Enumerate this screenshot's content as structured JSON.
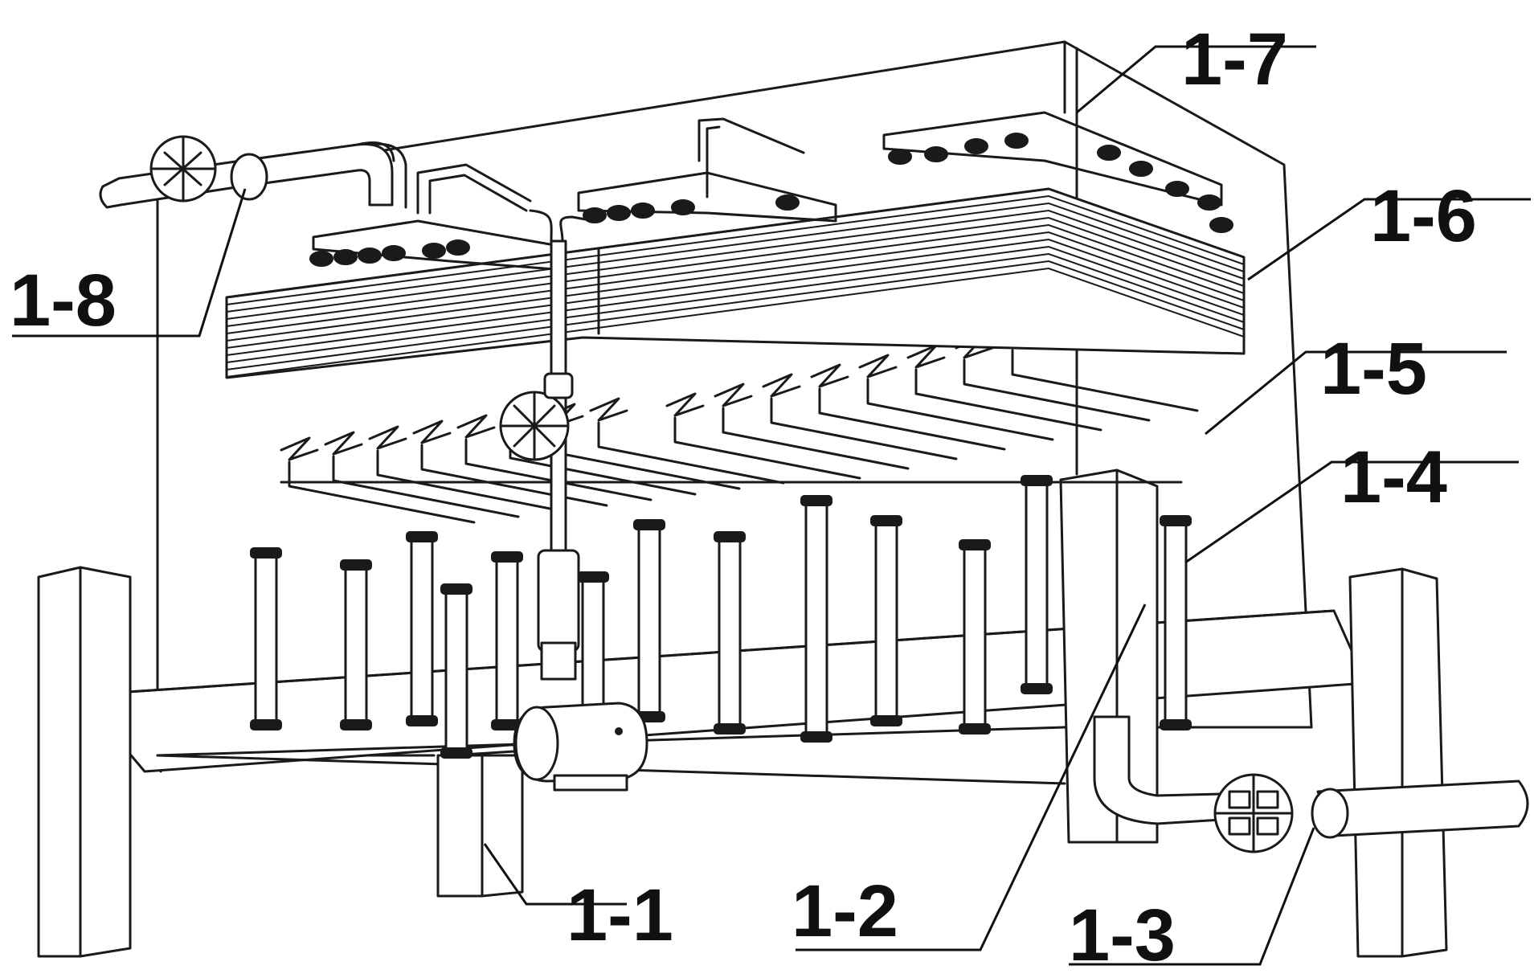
{
  "labels": {
    "l1_1": "1-1",
    "l1_2": "1-2",
    "l1_3": "1-3",
    "l1_4": "1-4",
    "l1_5": "1-5",
    "l1_6": "1-6",
    "l1_7": "1-7",
    "l1_8": "1-8"
  }
}
